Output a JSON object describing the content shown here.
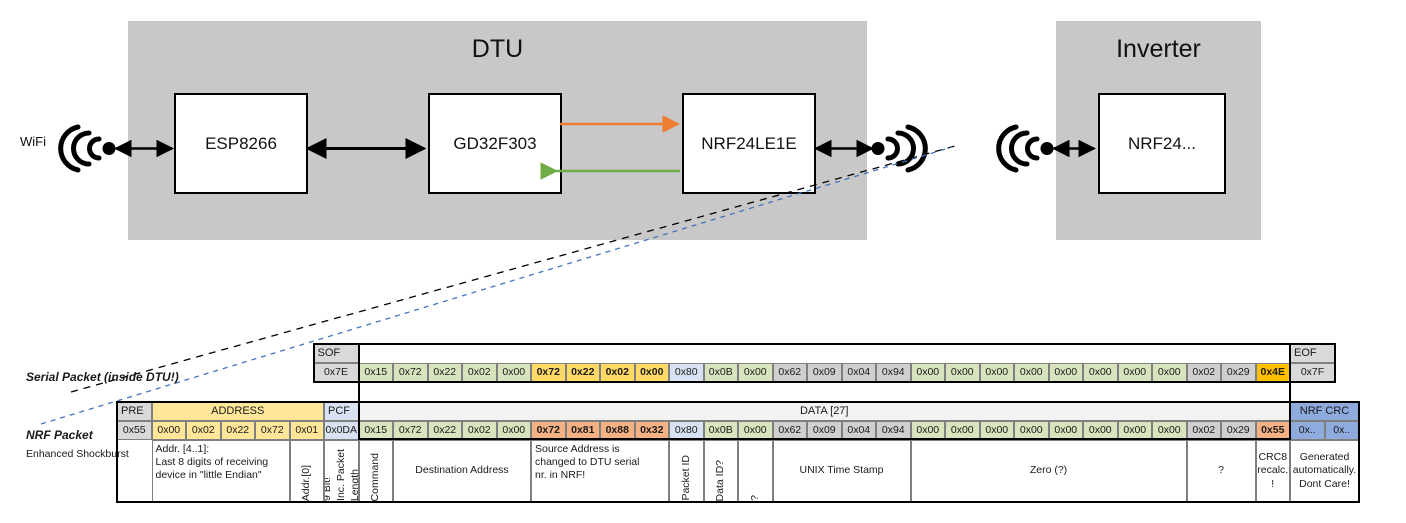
{
  "diagram": {
    "dtu": {
      "title": "DTU",
      "chips": [
        "ESP8266",
        "GD32F303",
        "NRF24LE1E"
      ]
    },
    "inverter": {
      "title": "Inverter",
      "chips": [
        "NRF24..."
      ]
    },
    "wifi_label": "WiFi",
    "arrow_colors": {
      "uplink": "#ED7D31",
      "downlink": "#70AD47",
      "bus": "#000000",
      "serial_leader": "#000000",
      "nrf_leader": "#4472C4"
    }
  },
  "packets": {
    "serial": {
      "label": "Serial Packet (inside DTU!)",
      "sof_header": "SOF",
      "sof_value": "0x7E",
      "eof_header": "EOF",
      "eof_value": "0x7F",
      "bytes": [
        {
          "v": "0x15",
          "c": "c-green"
        },
        {
          "v": "0x72",
          "c": "c-green"
        },
        {
          "v": "0x22",
          "c": "c-green"
        },
        {
          "v": "0x02",
          "c": "c-green"
        },
        {
          "v": "0x00",
          "c": "c-green"
        },
        {
          "v": "0x72",
          "c": "c-yellow",
          "b": true
        },
        {
          "v": "0x22",
          "c": "c-yellow",
          "b": true
        },
        {
          "v": "0x02",
          "c": "c-yellow",
          "b": true
        },
        {
          "v": "0x00",
          "c": "c-yellow",
          "b": true
        },
        {
          "v": "0x80",
          "c": "c-blue"
        },
        {
          "v": "0x0B",
          "c": "c-green"
        },
        {
          "v": "0x00",
          "c": "c-green"
        },
        {
          "v": "0x62",
          "c": "c-gray2"
        },
        {
          "v": "0x09",
          "c": "c-gray2"
        },
        {
          "v": "0x04",
          "c": "c-gray2"
        },
        {
          "v": "0x94",
          "c": "c-gray2"
        },
        {
          "v": "0x00",
          "c": "c-green"
        },
        {
          "v": "0x00",
          "c": "c-green"
        },
        {
          "v": "0x00",
          "c": "c-green"
        },
        {
          "v": "0x00",
          "c": "c-green"
        },
        {
          "v": "0x00",
          "c": "c-green"
        },
        {
          "v": "0x00",
          "c": "c-green"
        },
        {
          "v": "0x00",
          "c": "c-green"
        },
        {
          "v": "0x00",
          "c": "c-green"
        },
        {
          "v": "0x02",
          "c": "c-gray2"
        },
        {
          "v": "0x29",
          "c": "c-gray2"
        },
        {
          "v": "0x4E",
          "c": "c-orange",
          "b": true
        }
      ]
    },
    "nrf": {
      "label": "NRF Packet",
      "sublabel": "Enhanced Shockburst",
      "headers": [
        {
          "t": "PRE",
          "c": "c-gray",
          "span": 1,
          "align": "lft"
        },
        {
          "t": "ADDRESS",
          "c": "c-yellow-l",
          "span": 5,
          "align": "ctr"
        },
        {
          "t": "PCF",
          "c": "c-blue",
          "span": 1,
          "align": "lft"
        },
        {
          "t": "DATA [27]",
          "c": "c-lt",
          "span": 27,
          "align": "ctr"
        },
        {
          "t": "NRF CRC",
          "c": "c-blue-m",
          "span": 2,
          "align": "ctr"
        }
      ],
      "bytes": [
        {
          "v": "0x55",
          "c": "c-gray"
        },
        {
          "v": "0x00",
          "c": "c-yellow-l"
        },
        {
          "v": "0x02",
          "c": "c-yellow-l"
        },
        {
          "v": "0x22",
          "c": "c-yellow-l"
        },
        {
          "v": "0x72",
          "c": "c-yellow-l"
        },
        {
          "v": "0x01",
          "c": "c-yellow-l"
        },
        {
          "v": "0x0DA",
          "c": "c-blue"
        },
        {
          "v": "0x15",
          "c": "c-green"
        },
        {
          "v": "0x72",
          "c": "c-green"
        },
        {
          "v": "0x22",
          "c": "c-green"
        },
        {
          "v": "0x02",
          "c": "c-green"
        },
        {
          "v": "0x00",
          "c": "c-green"
        },
        {
          "v": "0x72",
          "c": "c-orange-m",
          "b": true
        },
        {
          "v": "0x81",
          "c": "c-orange-m",
          "b": true
        },
        {
          "v": "0x88",
          "c": "c-orange-m",
          "b": true
        },
        {
          "v": "0x32",
          "c": "c-orange-m",
          "b": true
        },
        {
          "v": "0x80",
          "c": "c-blue"
        },
        {
          "v": "0x0B",
          "c": "c-green"
        },
        {
          "v": "0x00",
          "c": "c-green"
        },
        {
          "v": "0x62",
          "c": "c-gray2"
        },
        {
          "v": "0x09",
          "c": "c-gray2"
        },
        {
          "v": "0x04",
          "c": "c-gray2"
        },
        {
          "v": "0x94",
          "c": "c-gray2"
        },
        {
          "v": "0x00",
          "c": "c-green"
        },
        {
          "v": "0x00",
          "c": "c-green"
        },
        {
          "v": "0x00",
          "c": "c-green"
        },
        {
          "v": "0x00",
          "c": "c-green"
        },
        {
          "v": "0x00",
          "c": "c-green"
        },
        {
          "v": "0x00",
          "c": "c-green"
        },
        {
          "v": "0x00",
          "c": "c-green"
        },
        {
          "v": "0x00",
          "c": "c-green"
        },
        {
          "v": "0x02",
          "c": "c-gray2"
        },
        {
          "v": "0x29",
          "c": "c-gray2"
        },
        {
          "v": "0x55",
          "c": "c-orange-m",
          "b": true
        },
        {
          "v": "0x..",
          "c": "c-blue-m",
          "align": "lft"
        },
        {
          "v": "0x..",
          "c": "c-blue-m",
          "align": "lft"
        }
      ],
      "descriptions": [
        {
          "t": "Addr. [4..1]:\nLast 8 digits of receiving\ndevice in \"little Endian\"",
          "start": 1,
          "span": 4,
          "style": "pad"
        },
        {
          "t": "Addr.[0]",
          "start": 5,
          "span": 1,
          "style": "vert"
        },
        {
          "t": "9 Bit!|Inc. Packet|Length",
          "start": 6,
          "span": 1,
          "style": "vstack"
        },
        {
          "t": "Command",
          "start": 7,
          "span": 1,
          "style": "vert"
        },
        {
          "t": "Destination Address",
          "start": 8,
          "span": 4,
          "style": "ctr"
        },
        {
          "t": "Source Address is\nchanged to DTU serial\nnr. in NRF!",
          "start": 12,
          "span": 4,
          "style": "pad-orange"
        },
        {
          "t": "Packet ID",
          "start": 16,
          "span": 1,
          "style": "vert"
        },
        {
          "t": "Data ID?",
          "start": 17,
          "span": 1,
          "style": "vert"
        },
        {
          "t": "?",
          "start": 18,
          "span": 1,
          "style": "vert"
        },
        {
          "t": "UNIX Time Stamp",
          "start": 19,
          "span": 4,
          "style": "ctr"
        },
        {
          "t": "Zero (?)",
          "start": 23,
          "span": 8,
          "style": "ctr"
        },
        {
          "t": "?",
          "start": 31,
          "span": 2,
          "style": "ctr"
        },
        {
          "t": "CRC8\nrecalc.\n!",
          "start": 33,
          "span": 1,
          "style": "ctr-orange"
        },
        {
          "t": "Generated\nautomatically.\nDont Care!",
          "start": 34,
          "span": 2,
          "style": "ctr"
        }
      ]
    }
  }
}
